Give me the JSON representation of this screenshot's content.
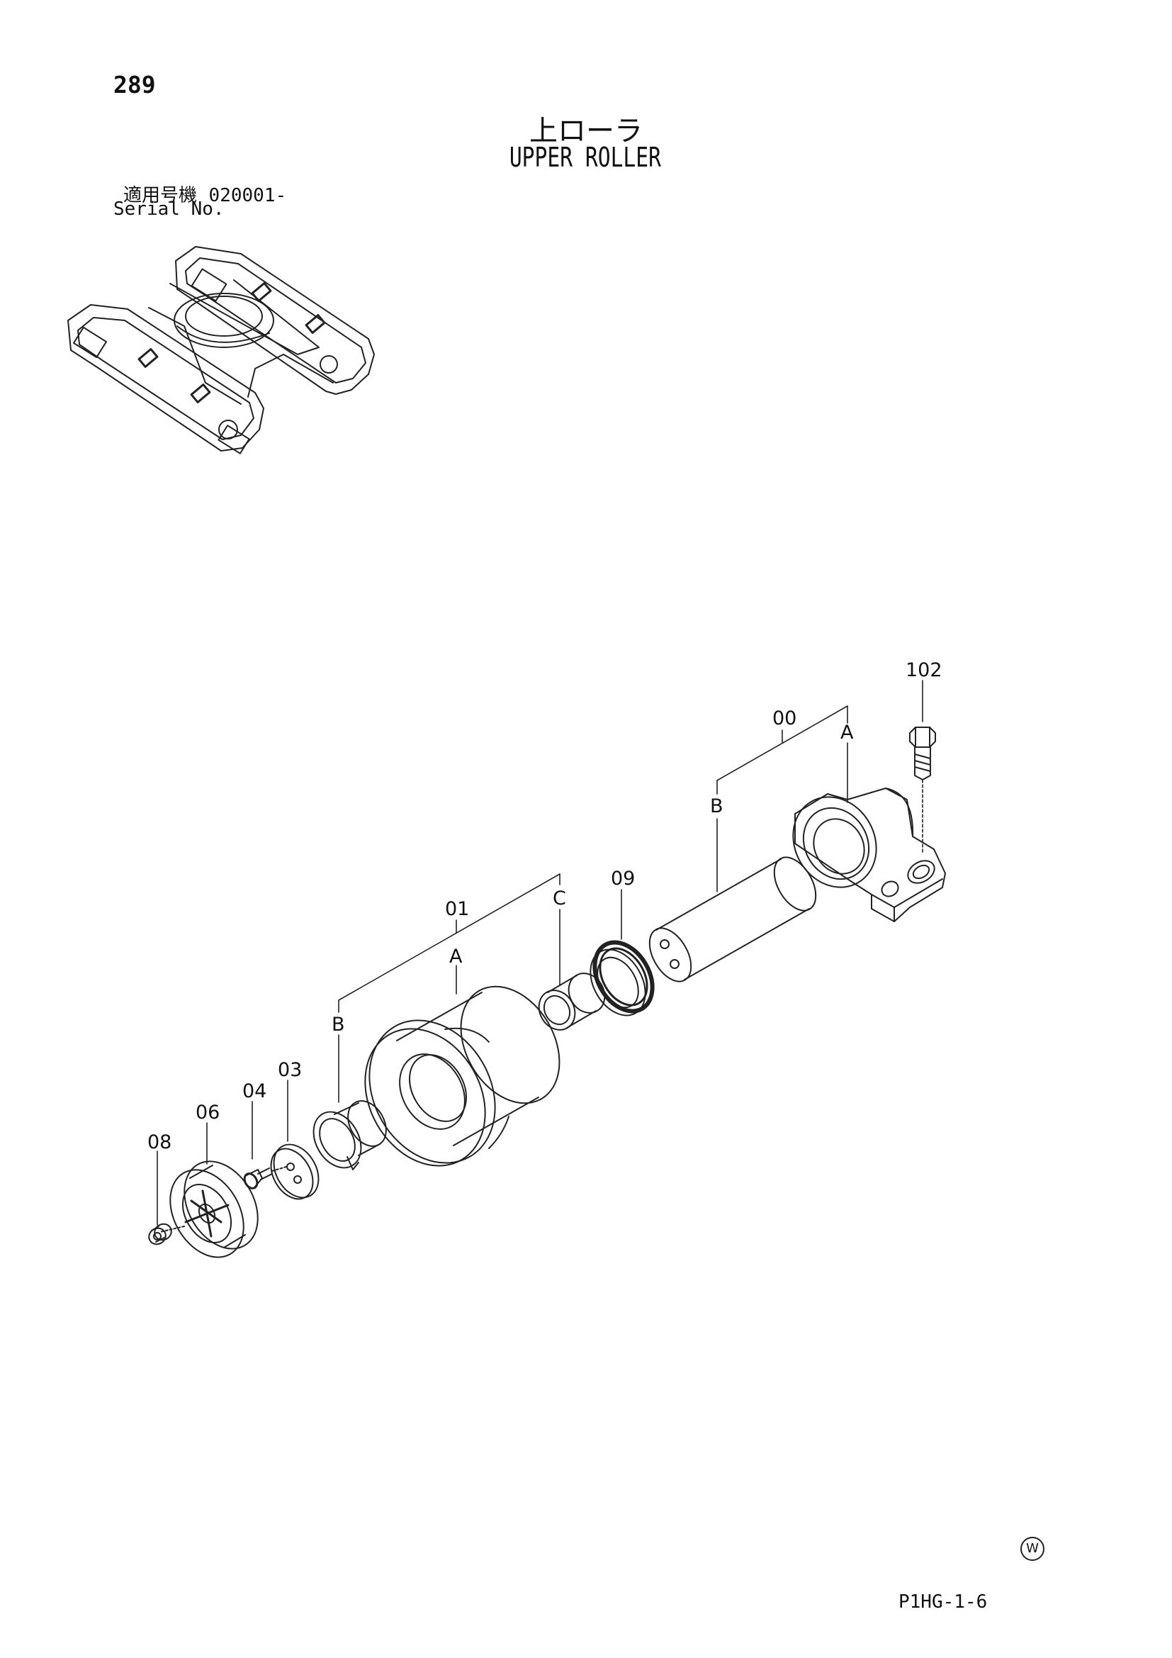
{
  "page": {
    "number": "289",
    "title_jp": "上ローラ",
    "title_en": "UPPER ROLLER",
    "serial_label_jp": "適用号機",
    "serial_value": "020001-",
    "serial_label_en": "Serial No.",
    "sheet_code": "P1HG-1-6",
    "watermark": "W"
  },
  "callouts": {
    "c102": "102",
    "c00": "00",
    "c00_a": "A",
    "c00_b": "B",
    "c09": "09",
    "c01": "01",
    "c01_a": "A",
    "c01_b": "B",
    "c01_c": "C",
    "c03": "03",
    "c04": "04",
    "c06": "06",
    "c08": "08"
  }
}
